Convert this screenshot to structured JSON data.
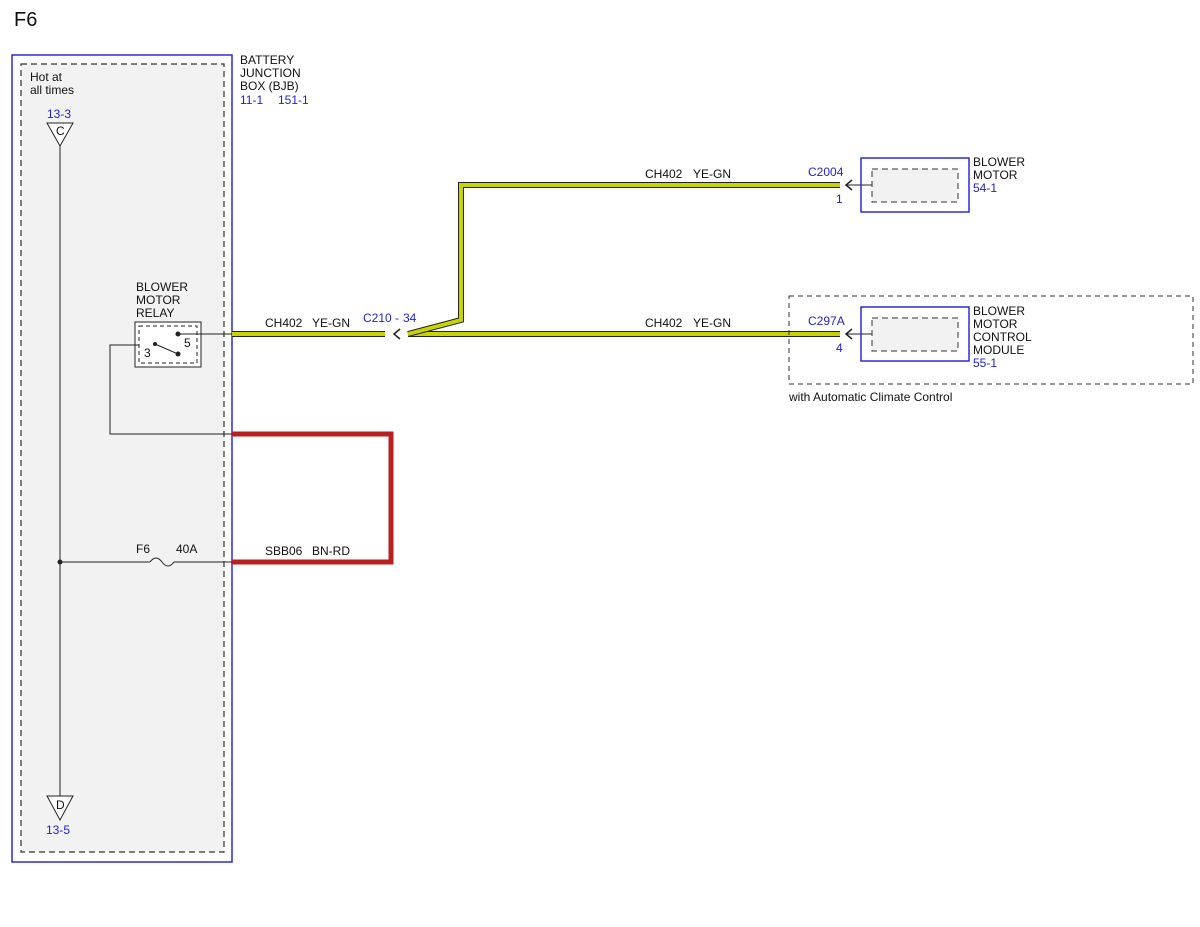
{
  "page_title": "F6",
  "bjb": {
    "name_lines": [
      "BATTERY",
      "JUNCTION",
      "BOX (BJB)"
    ],
    "refs": [
      "11-1",
      "151-1"
    ],
    "hot_label_lines": [
      "Hot at",
      "all times"
    ],
    "top_connector": {
      "ref": "13-3",
      "letter": "C"
    },
    "bottom_connector": {
      "ref": "13-5",
      "letter": "D"
    },
    "relay": {
      "name_lines": [
        "BLOWER",
        "MOTOR",
        "RELAY"
      ],
      "pin_in": "3",
      "pin_out": "5"
    },
    "fuse": {
      "id": "F6",
      "rating": "40A"
    }
  },
  "wires": {
    "feed": {
      "circuit": "SBB06",
      "color": "BN-RD"
    },
    "relay_out": {
      "circuit": "CH402",
      "color": "YE-GN"
    },
    "to_motor": {
      "circuit": "CH402",
      "color": "YE-GN"
    },
    "to_module": {
      "circuit": "CH402",
      "color": "YE-GN"
    }
  },
  "splice": {
    "connector": "C210",
    "sep": "-",
    "pin": "34"
  },
  "blower_motor": {
    "name_lines": [
      "BLOWER",
      "MOTOR"
    ],
    "ref": "54-1",
    "connector": "C2004",
    "pin": "1"
  },
  "control_module": {
    "name_lines": [
      "BLOWER",
      "MOTOR",
      "CONTROL",
      "MODULE"
    ],
    "ref": "55-1",
    "connector": "C297A",
    "pin": "4",
    "option_label": "with Automatic Climate Control"
  },
  "colors": {
    "reference_blue": "#1f1fd6",
    "yellow_green_wire": "#c8d400",
    "brown_red_wire": "#b82020",
    "box_fill": "#f2f2f2"
  }
}
